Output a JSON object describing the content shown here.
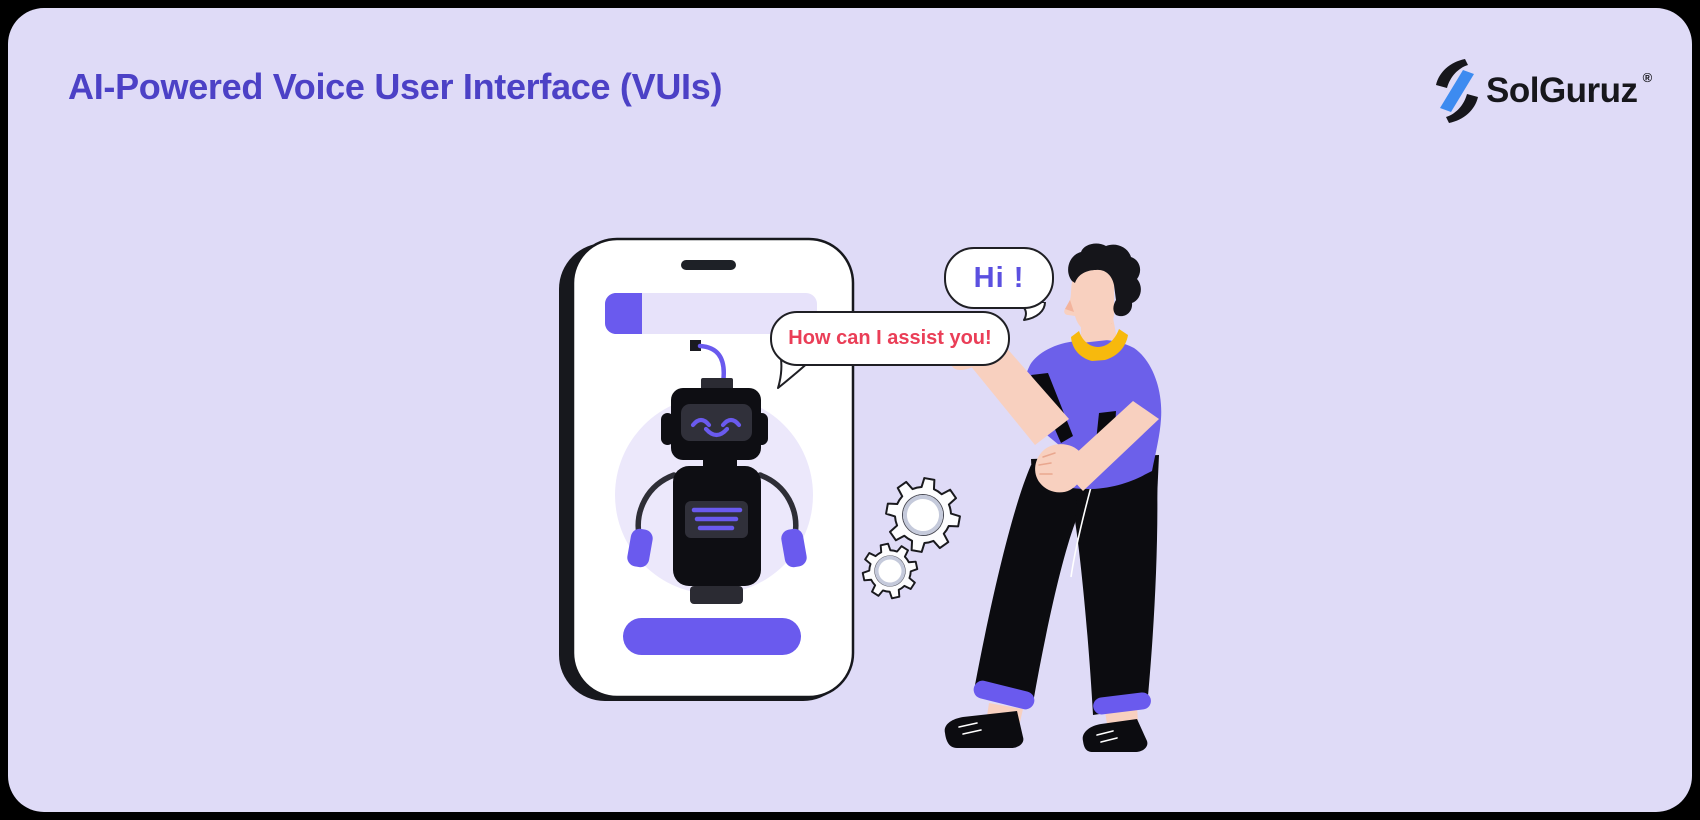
{
  "page": {
    "outer_background": "#000000",
    "card_background": "#DFDBF7"
  },
  "header": {
    "title": "AI-Powered Voice User Interface (VUIs)",
    "title_color": "#4C41C6",
    "logo": {
      "brand": "SolGuruz",
      "registered": "®",
      "icon_blue": "#3D8BF0",
      "icon_black": "#17171C",
      "text_color": "#17171C"
    }
  },
  "illustration": {
    "speech_bubbles": {
      "hi": {
        "text": "Hi !",
        "text_color": "#5B50E0"
      },
      "assist": {
        "text": "How can I assist you!",
        "text_color": "#EA3E57"
      }
    },
    "accent_purple": "#6A5AEE",
    "phone": {
      "frame": "#17181D",
      "screen": "#FFFFFF",
      "search_bar_track": "#E7E2FA",
      "halo": "#ECE8FB",
      "button": "#6A5AEE"
    },
    "robot": {
      "shell": "#0E0E13",
      "panel": "#30303A",
      "features": "#6A5AEE"
    },
    "person": {
      "hair": "#15151A",
      "skin": "#F8D0BF",
      "shirt": "#6C60EA",
      "collar": "#F7B90D",
      "pants": "#0C0C10",
      "cuffs": "#6A5AEE"
    },
    "gears": {
      "fill": "#FDFDFE",
      "outline": "#1A1A1E",
      "ring": "#C5CADB"
    }
  }
}
